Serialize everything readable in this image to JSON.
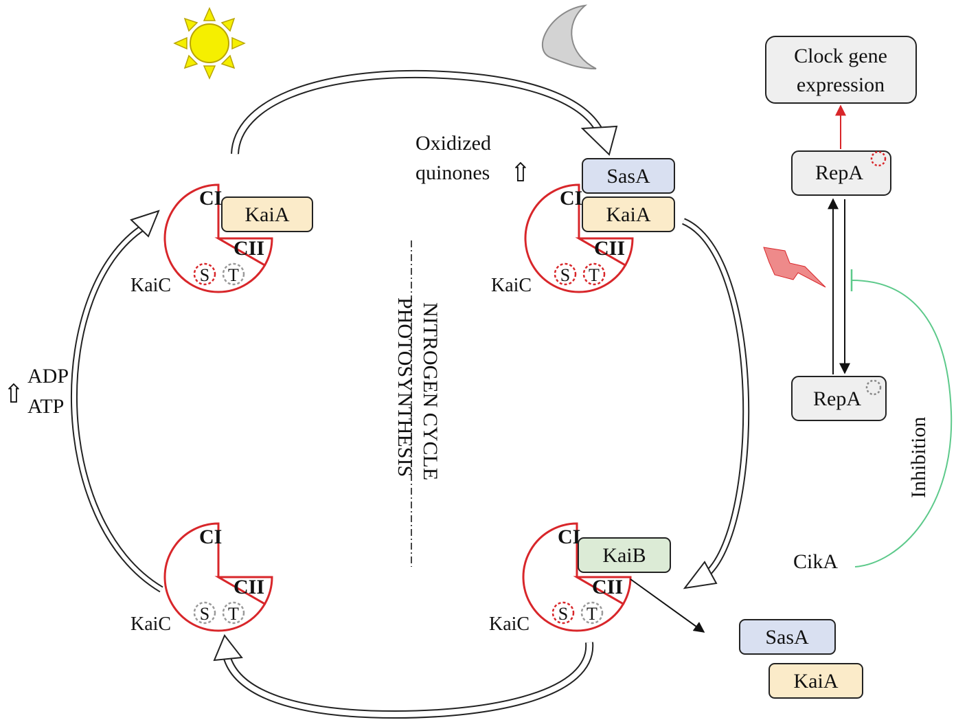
{
  "colors": {
    "kaic_red": "#d8262a",
    "sasa_fill": "#d9e0f1",
    "kaia_fill": "#fbebc9",
    "kaib_fill": "#dcebd6",
    "repa_fill": "#efefef",
    "clock_fill": "#efefef",
    "inhibition_green": "#5cc98a",
    "sun_fill": "#f5ef00",
    "moon_fill": "#d3d3d3",
    "lightning_fill": "#ee8a8a",
    "phospho_red": "#d8262a",
    "phospho_gray": "#9a9a9a"
  },
  "icons": {
    "sun": "sun-icon",
    "moon": "moon-icon",
    "lightning": "lightning-icon"
  },
  "kaic_units": [
    {
      "id": "top-left",
      "domain1": "CI",
      "domain2": "CII",
      "name": "KaiC",
      "site_s": "S",
      "site_t": "T",
      "s_state": "phosphorylated",
      "t_state": "unphosphorylated"
    },
    {
      "id": "top-right",
      "domain1": "CI",
      "domain2": "CII",
      "name": "KaiC",
      "site_s": "S",
      "site_t": "T",
      "s_state": "phosphorylated",
      "t_state": "phosphorylated"
    },
    {
      "id": "bottom-left",
      "domain1": "CI",
      "domain2": "CII",
      "name": "KaiC",
      "site_s": "S",
      "site_t": "T",
      "s_state": "unphosphorylated",
      "t_state": "unphosphorylated"
    },
    {
      "id": "bottom-right",
      "domain1": "CI",
      "domain2": "CII",
      "name": "KaiC",
      "site_s": "S",
      "site_t": "T",
      "s_state": "phosphorylated",
      "t_state": "unphosphorylated"
    }
  ],
  "proteins": {
    "kaia_top_left": "KaiA",
    "sasa_top_right": "SasA",
    "kaia_top_right": "KaiA",
    "kaib_bottom_right": "KaiB",
    "sasa_released": "SasA",
    "kaia_released": "KaiA"
  },
  "labels": {
    "oxidized_line1": "Oxidized",
    "oxidized_line2": "quinones",
    "up_arrow": "⇧",
    "adp": "ADP",
    "atp": "ATP",
    "nitrogen_cycle": "NITROGEN CYCLE",
    "photosynthesis": "PHOTOSYNTHESIS",
    "clock_line1": "Clock gene",
    "clock_line2": "expression",
    "repa_active": "RepA",
    "repa_inactive": "RepA",
    "cika": "CikA",
    "inhibition": "Inhibition"
  }
}
